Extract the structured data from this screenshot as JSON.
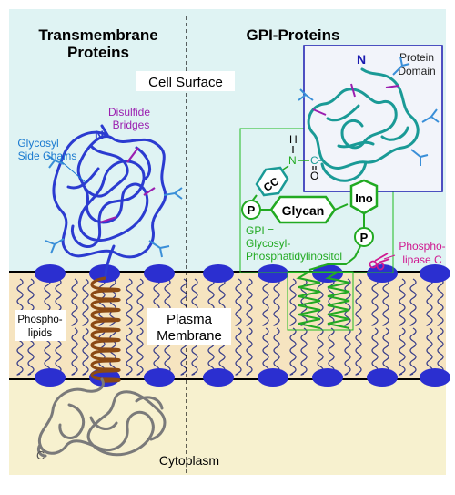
{
  "columns": {
    "left_title_1": "Transmembrane",
    "left_title_2": "Proteins",
    "right_title": "GPI-Proteins"
  },
  "regions": {
    "cell_surface": "Cell Surface",
    "plasma_membrane_1": "Plasma",
    "plasma_membrane_2": "Membrane",
    "cytoplasm": "Cytoplasm",
    "phospholipids_1": "Phospho-",
    "phospholipids_2": "lipids"
  },
  "transmembrane": {
    "glycosyl_1": "Glycosyl",
    "glycosyl_2": "Side Chains",
    "disulfide_1": "Disulfide",
    "disulfide_2": "Bridges",
    "n_terminus": "N",
    "c_terminus": "C"
  },
  "gpi": {
    "protein_domain_1": "Protein",
    "protein_domain_2": "Domain",
    "n_terminus": "N",
    "cc": "CC",
    "p1": "P",
    "glycan": "Glycan",
    "ino": "Ino",
    "p2": "P",
    "h": "H",
    "n": "N",
    "c": "C",
    "o": "O",
    "gpi_def_1": "GPI =",
    "gpi_def_2": "Glycosyl-",
    "gpi_def_3": "Phosphatidylinositol",
    "phospholipase_1": "Phospho-",
    "phospholipase_2": "lipase C"
  },
  "colors": {
    "extracellular": "#dff3f3",
    "membrane": "#f6e4c0",
    "cytoplasm": "#f7f1cf",
    "lipid_head": "#2b2fd0",
    "transmembrane_protein": "#2b3bd0",
    "tm_helix": "#8b4a14",
    "cyto_tail": "#7a7a7a",
    "gpi_protein": "#1a9a96",
    "gpi_box": "#22bb22",
    "disulfide": "#9b1fb0",
    "glycosyl": "#3a8fd8",
    "phospholipase": "#d01890"
  }
}
